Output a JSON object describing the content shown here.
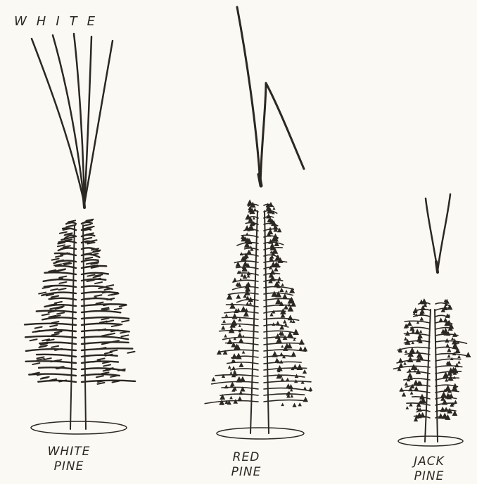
{
  "needle_label": "WHITE",
  "trees": [
    {
      "id": "white",
      "line1": "WHITE",
      "line2": "PINE",
      "needles_per_bundle": 5
    },
    {
      "id": "red",
      "line1": "RED",
      "line2": "PINE",
      "needles_per_bundle": 2
    },
    {
      "id": "jack",
      "line1": "JACK",
      "line2": "PINE",
      "needles_per_bundle": 2
    }
  ]
}
